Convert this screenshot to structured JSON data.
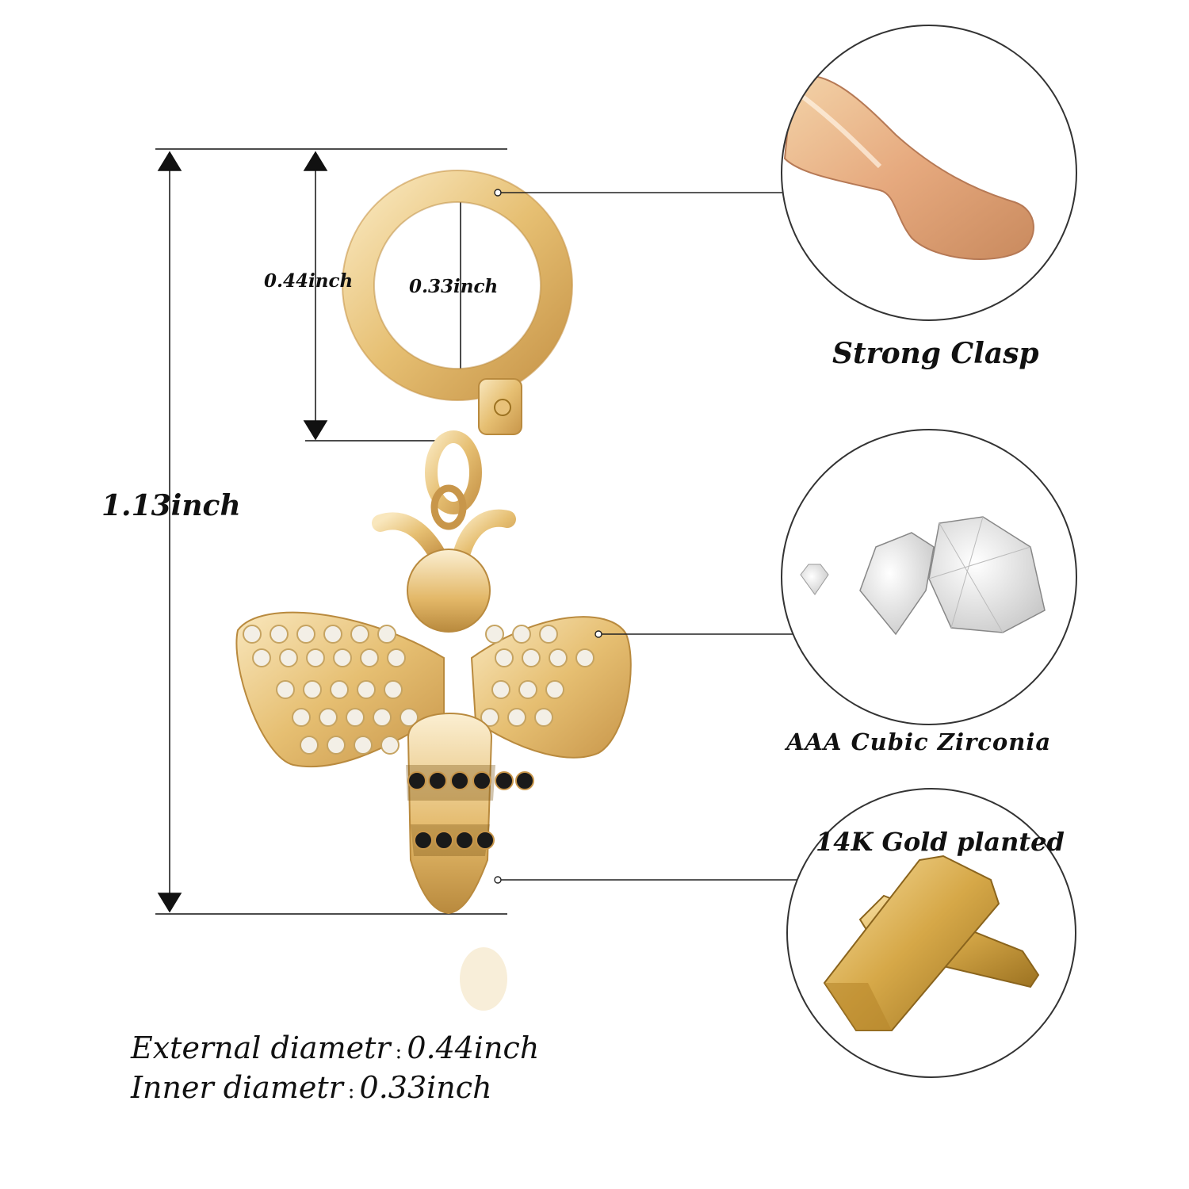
{
  "dimensions": {
    "overall_height": "1.13inch",
    "external": "0.44inch",
    "inner": "0.33inch"
  },
  "callouts": {
    "clasp": "Strong Clasp",
    "zirconia": "AAA Cubic Zirconia",
    "gold": "14K Gold planted"
  },
  "specs": {
    "external_label": "External diametr",
    "external_value": "0.44inch",
    "inner_label": "Inner diametr",
    "inner_value": "0.33inch",
    "separator": ":"
  },
  "colors": {
    "gold": "#e8c27a",
    "gold_dark": "#b98a3e",
    "gold_light": "#f6e2b4",
    "stone": "#f3efe6",
    "black_stone": "#1a1a1a"
  }
}
